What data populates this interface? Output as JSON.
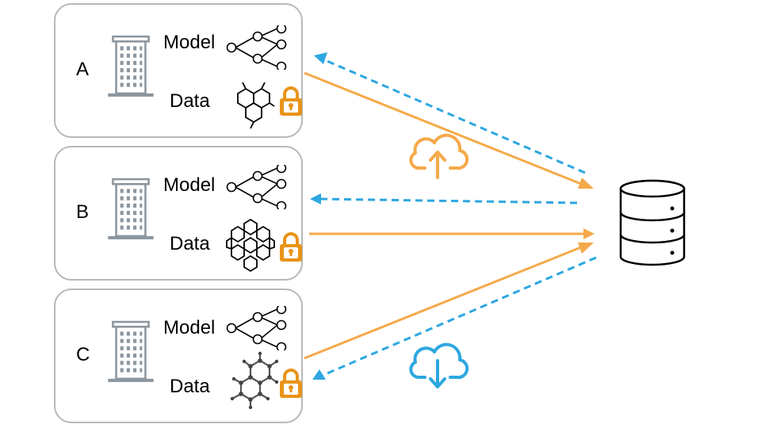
{
  "clients": [
    {
      "id": "A",
      "model_label": "Model",
      "data_label": "Data",
      "molecule": "hexagon-cluster"
    },
    {
      "id": "B",
      "model_label": "Model",
      "data_label": "Data",
      "molecule": "polycyclic-ring"
    },
    {
      "id": "C",
      "model_label": "Model",
      "data_label": "Data",
      "molecule": "ball-and-stick"
    }
  ],
  "server": {
    "icon": "database-icon"
  },
  "icons": {
    "building": "building-icon",
    "network": "neural-network-icon",
    "lock": "lock-icon",
    "upload": "cloud-upload-icon",
    "download": "cloud-download-icon"
  },
  "colors": {
    "upload": "#F5A94A",
    "download": "#2EA7E0",
    "lock": "#E8941A",
    "building": "#8C969E",
    "border": "#B8B8B8"
  }
}
